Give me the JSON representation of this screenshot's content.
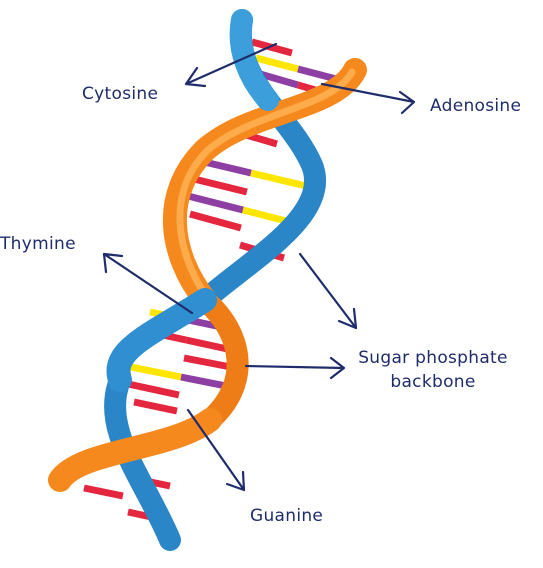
{
  "diagram": {
    "labels": {
      "cytosine": "Cytosine",
      "adenosine": "Adenosine",
      "thymine": "Thymine",
      "backbone_line1": "Sugar phosphate",
      "backbone_line2": "backbone",
      "guanine": "Guanine"
    },
    "colors": {
      "label_text": "#1f2c6b",
      "arrow": "#1f2c6b",
      "strand_blue": "#2f8fd0",
      "strand_blue_light": "#5bb8ea",
      "strand_orange": "#f58a1f",
      "strand_orange_light": "#ffa948",
      "base_red": "#e4263f",
      "base_purple": "#8e3fa3",
      "base_yellow": "#ffe600",
      "base_white": "#ffffff"
    }
  }
}
